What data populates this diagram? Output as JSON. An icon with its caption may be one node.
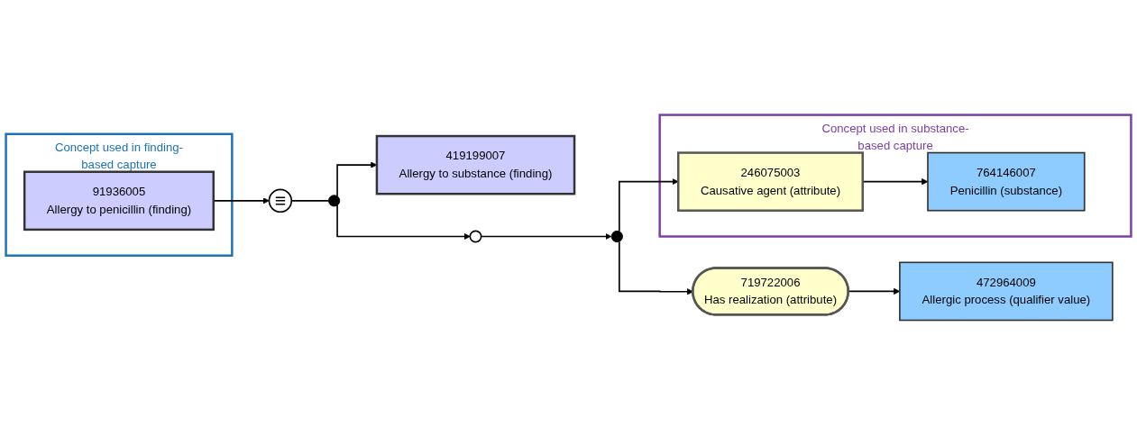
{
  "diagram": {
    "nodes": [
      {
        "text": [
          "Concept used in finding-based capture"
        ]
      },
      {
        "text": [
          "91936005",
          "Allergy to penicillin (finding)"
        ],
        "in": 0
      },
      {
        "text": [
          "≡"
        ]
      },
      {
        "text": [],
        "shape": "circle"
      },
      {
        "text": [
          "419199007",
          "Allergy to substance (finding)"
        ]
      },
      {
        "text": [],
        "shape": "circle"
      },
      {
        "text": [],
        "shape": "circle"
      },
      {
        "text": [
          "719722006",
          "Has realization (attribute)"
        ]
      },
      {
        "text": [
          "472964009",
          "Allergic process (qualifier value)"
        ]
      },
      {
        "text": [
          "Concept used in substance-based capture"
        ]
      },
      {
        "text": [
          "246075003",
          "Causative agent (attribute)"
        ],
        "in": 9
      },
      {
        "text": [
          "764146007",
          "Penicillin (substance)"
        ],
        "in": 9
      }
    ],
    "edges": [
      {
        "from": 1,
        "to": 2,
        "arrow": "to"
      },
      {
        "from": 2,
        "to": 3,
        "arrow": "none"
      },
      {
        "from": 3,
        "to": 4,
        "arrow": "to"
      },
      {
        "from": 3,
        "to": 5,
        "arrow": "to"
      },
      {
        "from": 5,
        "to": 6,
        "arrow": "to"
      },
      {
        "from": 6,
        "to": 7,
        "arrow": "to"
      },
      {
        "from": 7,
        "to": 8,
        "arrow": "to"
      },
      {
        "from": 6,
        "to": 10,
        "arrow": "to"
      },
      {
        "from": 10,
        "to": 11,
        "arrow": "to"
      }
    ]
  }
}
